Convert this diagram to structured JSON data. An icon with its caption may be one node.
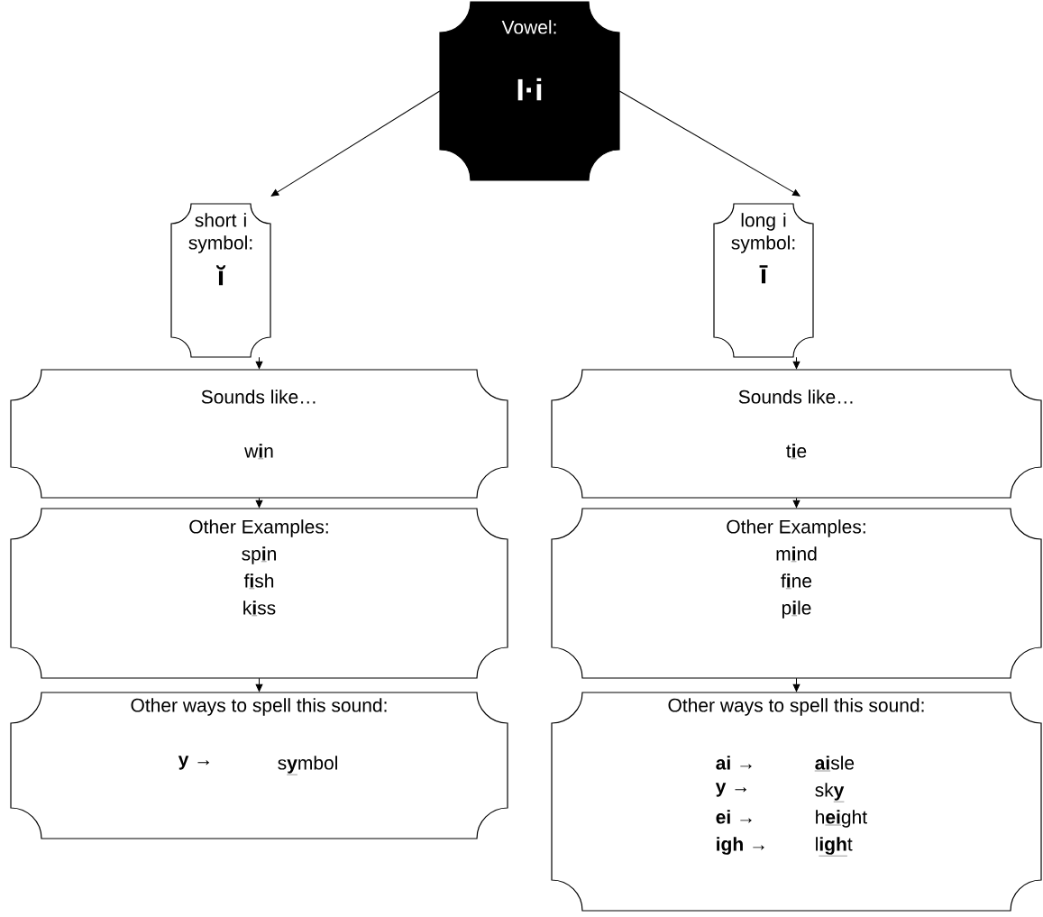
{
  "diagram": {
    "nodes": [
      {
        "text": [
          "Vowel:",
          "I·i"
        ]
      },
      {
        "text": [
          "short i symbol:",
          "ĭ"
        ]
      },
      {
        "text": [
          "long i symbol:",
          "ī"
        ]
      },
      {
        "text": [
          "Sounds like…",
          "w**i**n"
        ]
      },
      {
        "text": [
          "Sounds like…",
          "t**i**e"
        ]
      },
      {
        "text": [
          "Other Examples:",
          "sp**i**n",
          "f**i**sh",
          "k**i**ss"
        ]
      },
      {
        "text": [
          "Other Examples:",
          "m**i**nd",
          "f**i**ne",
          "p**i**le"
        ]
      },
      {
        "text": [
          "Other ways to spell this sound:",
          "y →",
          "s**y**mbol"
        ]
      },
      {
        "text": [
          "Other ways to spell this sound:",
          "ai →",
          "**ai**sle",
          "y →",
          "sk**y**",
          "ei →",
          "h**ei**ght",
          "igh →",
          "l**igh**t"
        ]
      }
    ],
    "edges": [
      {
        "from": 0,
        "to": 1,
        "arrow": "to"
      },
      {
        "from": 0,
        "to": 2,
        "arrow": "to"
      },
      {
        "from": 1,
        "to": 3,
        "arrow": "to"
      },
      {
        "from": 3,
        "to": 5,
        "arrow": "to"
      },
      {
        "from": 5,
        "to": 7,
        "arrow": "to"
      },
      {
        "from": 2,
        "to": 4,
        "arrow": "to"
      },
      {
        "from": 4,
        "to": 6,
        "arrow": "to"
      },
      {
        "from": 6,
        "to": 8,
        "arrow": "to"
      }
    ]
  }
}
